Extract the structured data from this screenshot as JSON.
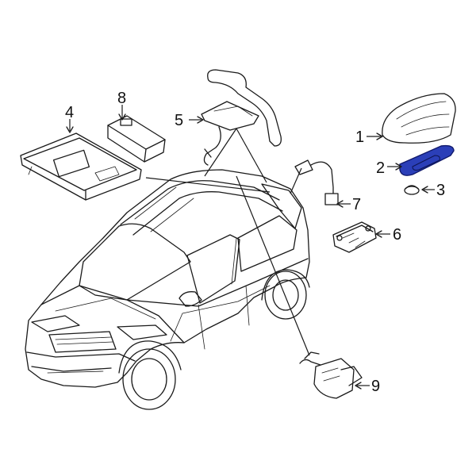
{
  "callouts": [
    {
      "id": "1",
      "label": "1"
    },
    {
      "id": "2",
      "label": "2"
    },
    {
      "id": "3",
      "label": "3"
    },
    {
      "id": "4",
      "label": "4"
    },
    {
      "id": "5",
      "label": "5"
    },
    {
      "id": "6",
      "label": "6"
    },
    {
      "id": "7",
      "label": "7"
    },
    {
      "id": "8",
      "label": "8"
    },
    {
      "id": "9",
      "label": "9"
    }
  ],
  "colors": {
    "highlight_fill": "#2b3fb8",
    "highlight_stroke": "#10196b",
    "line": "#1a1a1a",
    "background": "#ffffff"
  }
}
